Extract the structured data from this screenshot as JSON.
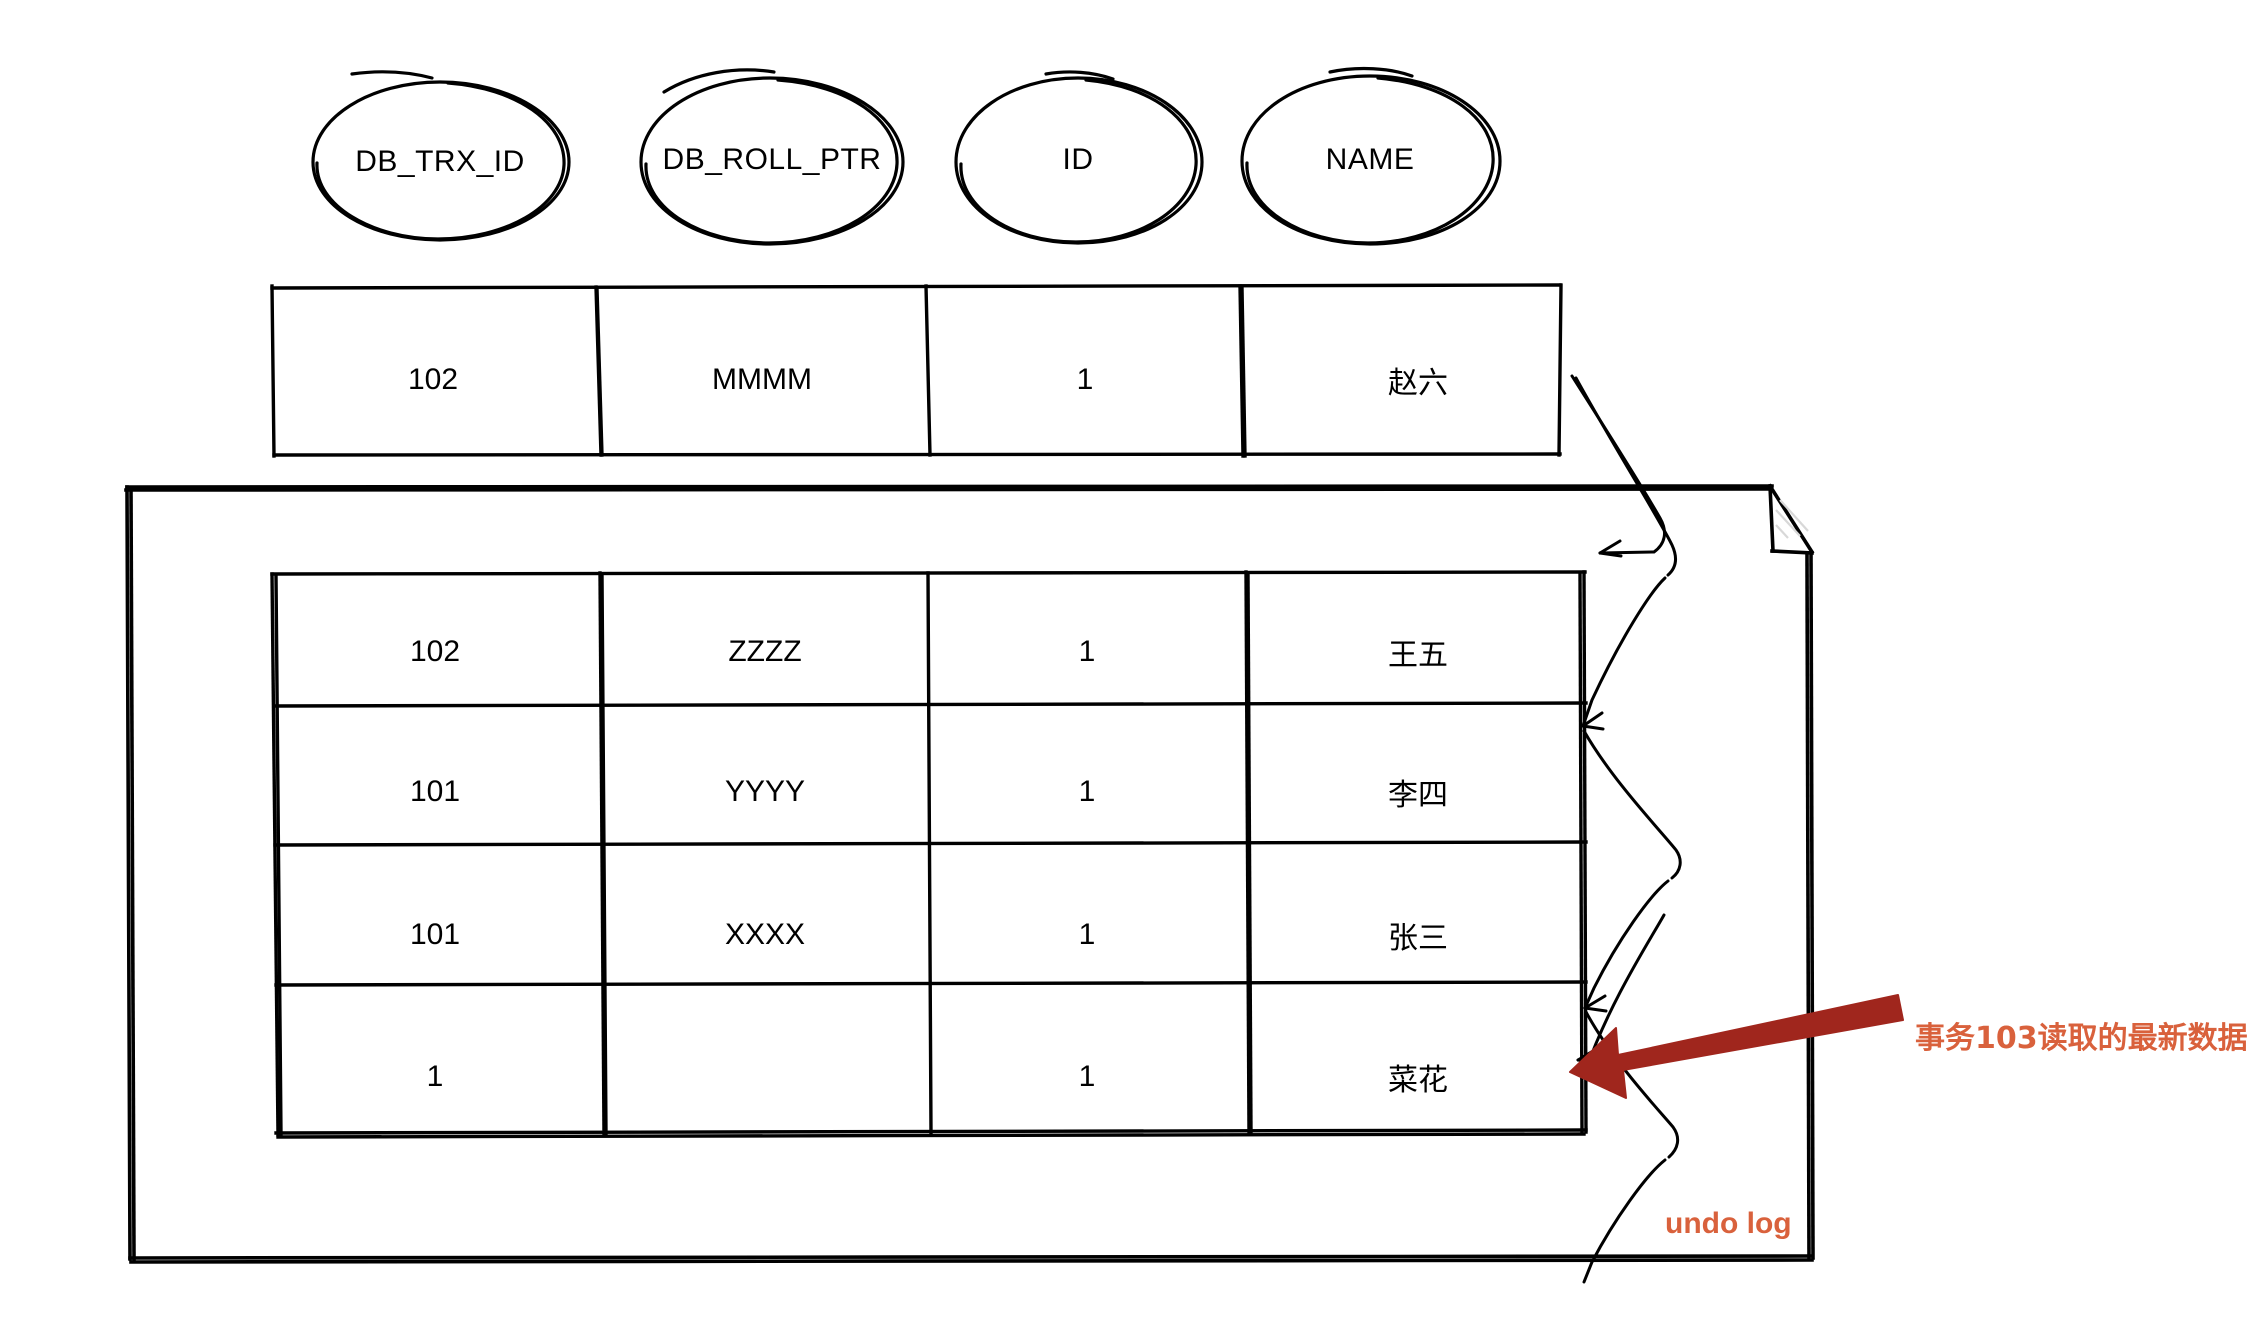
{
  "diagram": {
    "title_hidden": "MVCC undo log chain diagram",
    "colors": {
      "stroke": "#000000",
      "background": "#ffffff",
      "annotation_arrow": "#A0261D",
      "annotation_text": "#D9613C",
      "undo_log_label": "#D9613C"
    },
    "column_headers": [
      {
        "label": "DB_TRX_ID",
        "icon": "ellipse-shape"
      },
      {
        "label": "DB_ROLL_PTR",
        "icon": "ellipse-shape"
      },
      {
        "label": "ID",
        "icon": "ellipse-shape"
      },
      {
        "label": "NAME",
        "icon": "ellipse-shape"
      }
    ],
    "current_record": {
      "name": "current-record-row",
      "cells": [
        "102",
        "MMMM",
        "1",
        "赵六"
      ]
    },
    "undo_log": {
      "label": "undo log",
      "rows": [
        {
          "cells": [
            "102",
            "ZZZZ",
            "1",
            "王五"
          ]
        },
        {
          "cells": [
            "101",
            "YYYY",
            "1",
            "李四"
          ]
        },
        {
          "cells": [
            "101",
            "XXXX",
            "1",
            "张三"
          ]
        },
        {
          "cells": [
            "1",
            "",
            "1",
            "菜花"
          ]
        }
      ]
    },
    "annotation": {
      "text": "事务103读取的最新数据",
      "arrow": "left-pointing-arrow"
    }
  }
}
